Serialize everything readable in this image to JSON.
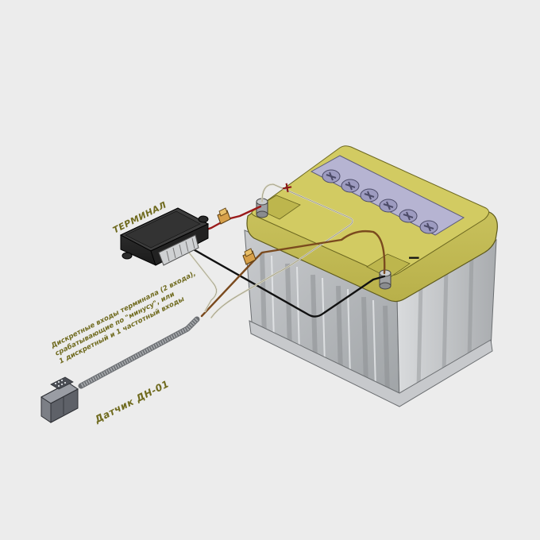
{
  "labels": {
    "terminal": "ТЕРМИНАЛ",
    "sensor": "Датчик ДН-01",
    "inputs_line1": "Дискретные входы терминала (2 входа),",
    "inputs_line2": "срабатывающие по \"минусу\", или",
    "inputs_line3": "1 дискретный и 1 частотный входы"
  },
  "battery": {
    "positive_sign": "+",
    "negative_sign": "−"
  },
  "colors": {
    "background": "#ececec",
    "battery_lid": "#c9c25a",
    "battery_body": "#b9bcbf",
    "label_text": "#6f6a1e",
    "wire_red": "#9a1a1a",
    "wire_black": "#111111",
    "wire_brown": "#7a4a1e",
    "wire_white": "#d8d8c8"
  }
}
